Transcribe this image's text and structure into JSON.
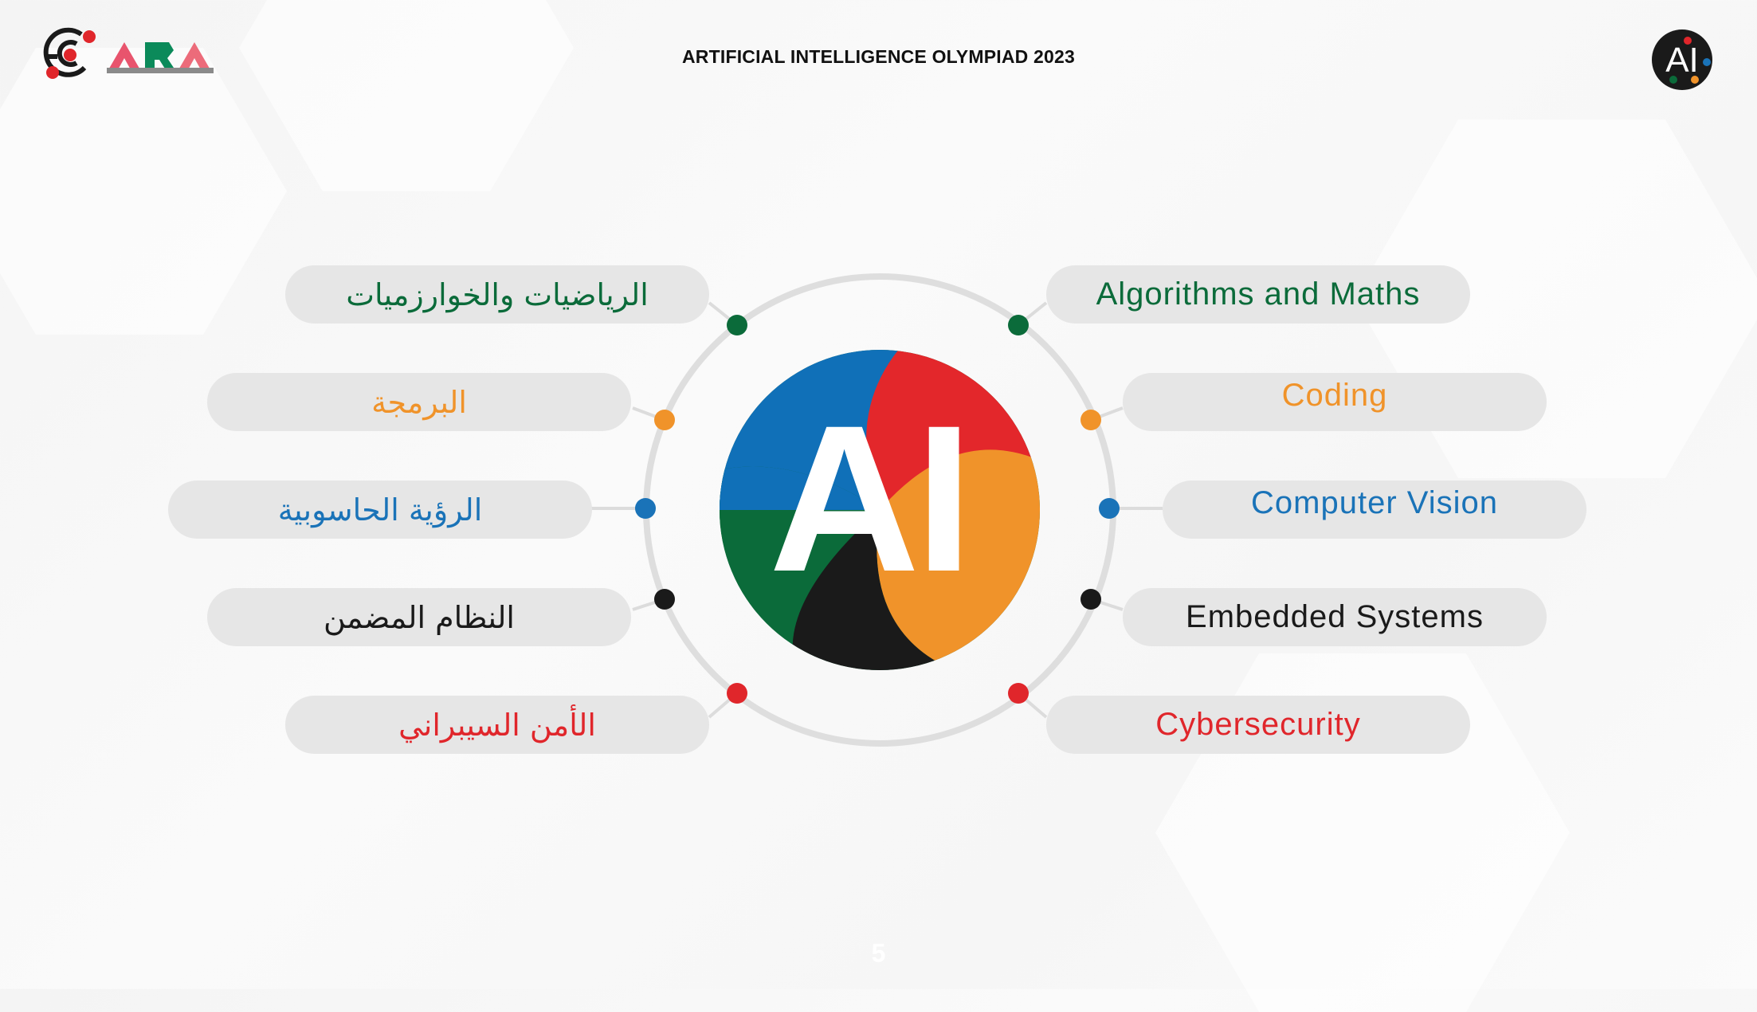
{
  "header": {
    "title": "ARTIFICIAL INTELLIGENCE OLYMPIAD 2023",
    "logo_text": "ARA",
    "badge_text": "AI"
  },
  "center": {
    "label": "AI"
  },
  "topics_ar": [
    {
      "label": "الرياضيات والخوارزميات",
      "color": "#0b6b3a"
    },
    {
      "label": "البرمجة",
      "color": "#f0932a"
    },
    {
      "label": "الرؤية الحاسوبية",
      "color": "#1a73b8"
    },
    {
      "label": "النظام المضمن",
      "color": "#1a1a1a"
    },
    {
      "label": "الأمن السيبراني",
      "color": "#e0262b"
    }
  ],
  "topics_en": [
    {
      "label": "Algorithms and Maths",
      "color": "#0b6b3a"
    },
    {
      "label": "Coding",
      "color": "#f0932a"
    },
    {
      "label": "Computer Vision",
      "color": "#1a73b8"
    },
    {
      "label": "Embedded Systems",
      "color": "#1a1a1a"
    },
    {
      "label": "Cybersecurity",
      "color": "#e0262b"
    }
  ],
  "page_number": "5"
}
